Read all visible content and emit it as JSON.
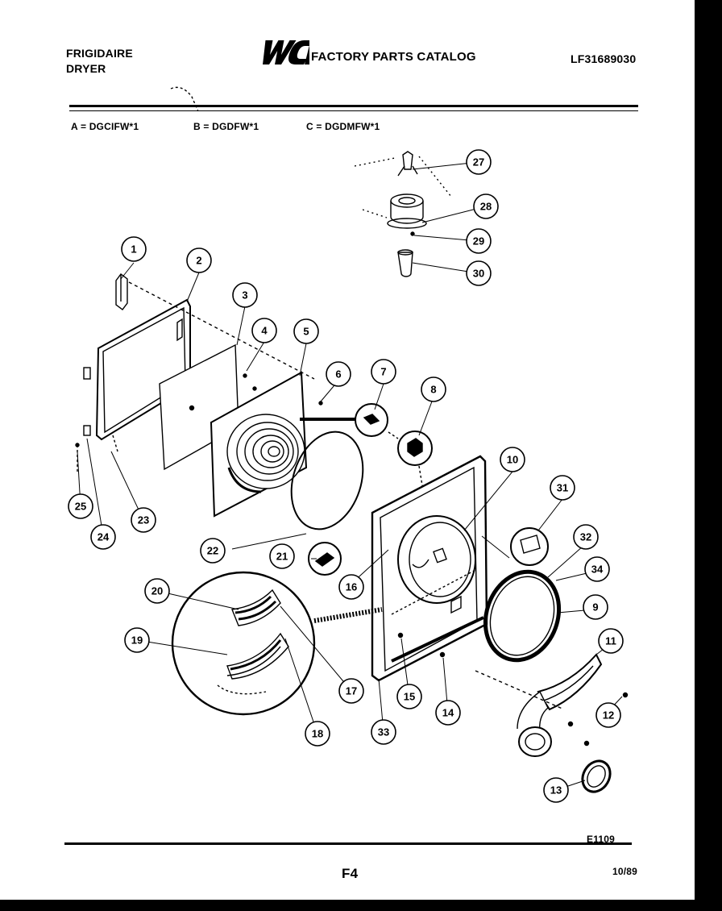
{
  "header": {
    "brand": "FRIGIDAIRE",
    "product": "DRYER",
    "logo_text": "WCI",
    "catalog_title": "FACTORY PARTS CATALOG",
    "model_number": "LF31689030"
  },
  "variants": [
    {
      "label": "A = DGCIFW*1"
    },
    {
      "label": "B = DGDFW*1"
    },
    {
      "label": "C = DGDMFW*1"
    }
  ],
  "callouts": [
    "1",
    "2",
    "3",
    "4",
    "5",
    "6",
    "7",
    "8",
    "9",
    "10",
    "11",
    "12",
    "13",
    "14",
    "15",
    "16",
    "17",
    "18",
    "19",
    "20",
    "21",
    "22",
    "23",
    "24",
    "25",
    "27",
    "28",
    "29",
    "30",
    "31",
    "32",
    "33",
    "34"
  ],
  "footer": {
    "diagram_code": "E1109",
    "page_label": "F4",
    "date": "10/89"
  }
}
